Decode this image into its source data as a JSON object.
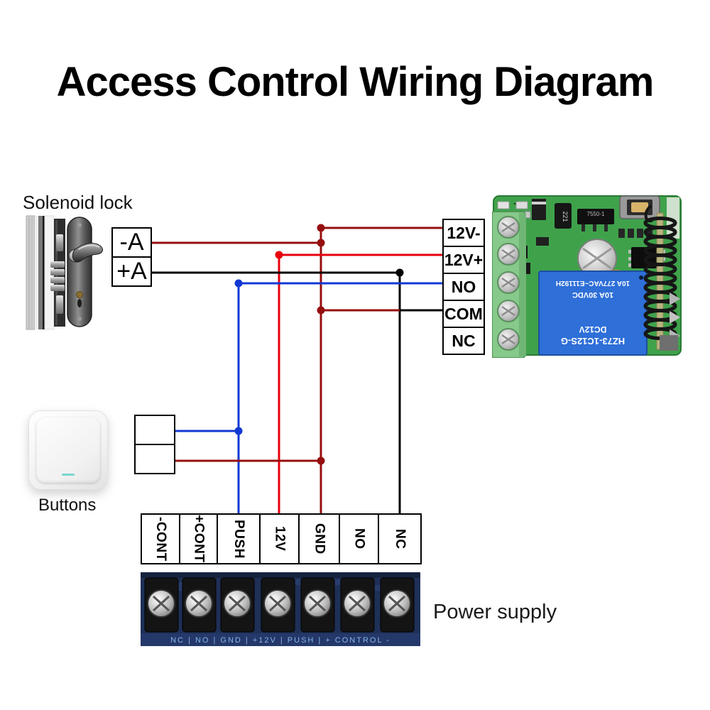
{
  "title": "Access Control Wiring Diagram",
  "solenoid_lock": {
    "label": "Solenoid lock",
    "terminal_minus": "-A",
    "terminal_plus": "+A"
  },
  "relay_module": {
    "terminals": [
      "12V-",
      "12V+",
      "NO",
      "COM",
      "NC"
    ],
    "pcb": {
      "plus_mark": "+",
      "cap_label": "221",
      "regulator_label": "7550-1",
      "relay_print_model": "HZ73-1C12S-G",
      "relay_print_coil": "DC12V",
      "relay_print_dc_rating": "10A 30VDC",
      "relay_print_ac_rating": "10A 277VAC~E11192H"
    }
  },
  "buttons": {
    "label": "Buttons"
  },
  "power_terminal_strip": {
    "terminals": [
      "-CONT",
      "+CONT",
      "PUSH",
      "12V",
      "GND",
      "NO",
      "NC"
    ]
  },
  "power_supply": {
    "label": "Power supply",
    "board_print": "NC | NO | GND | +12V | PUSH | + CONTROL -"
  },
  "colors": {
    "wire_dark_red": "#960f0f",
    "wire_red": "#e8000d",
    "wire_blue": "#1238d4",
    "wire_black": "#000000",
    "pcb_green": "#3fa24b",
    "terminal_block_green": "#86c98a",
    "relay_blue": "#2e6fd8",
    "power_board_navy": "#1f3057"
  }
}
